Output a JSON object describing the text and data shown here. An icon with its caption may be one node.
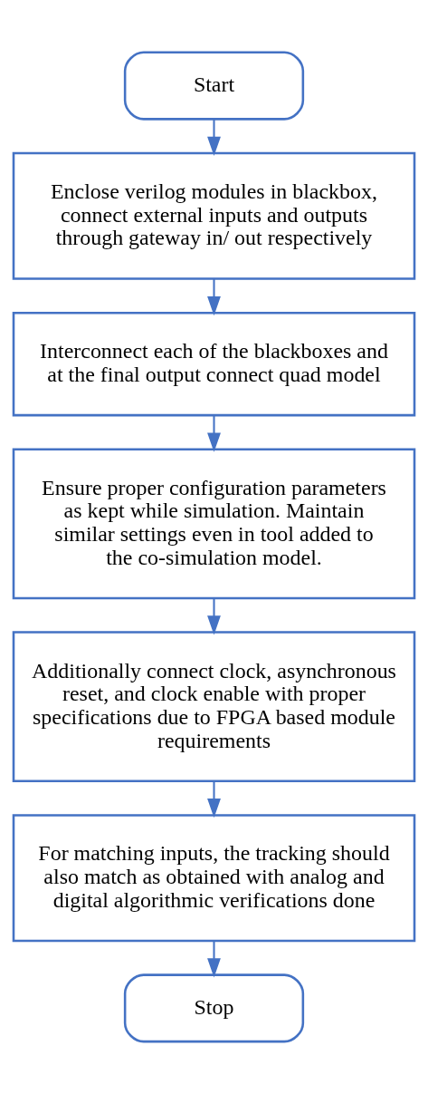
{
  "diagram": {
    "nodes": [
      {
        "text": [
          "Start"
        ]
      },
      {
        "text": [
          "Enclose verilog modules in blackbox, connect external inputs and outputs through gateway in/ out respectively"
        ]
      },
      {
        "text": [
          "Interconnect each of the blackboxes and at the final output connect quad model"
        ]
      },
      {
        "text": [
          "Ensure proper configuration parameters as kept while simulation. Maintain similar settings even in tool added to the co-simulation model."
        ]
      },
      {
        "text": [
          "Additionally connect clock, asynchronous reset, and clock enable with proper specifications due to FPGA based module requirements"
        ]
      },
      {
        "text": [
          "For matching inputs, the tracking should also match as obtained with analog and digital algorithmic verifications done"
        ]
      },
      {
        "text": [
          "Stop"
        ]
      }
    ],
    "edges": [
      {
        "from": 0,
        "to": 1,
        "arrow": "to"
      },
      {
        "from": 1,
        "to": 2,
        "arrow": "to"
      },
      {
        "from": 2,
        "to": 3,
        "arrow": "to"
      },
      {
        "from": 3,
        "to": 4,
        "arrow": "to"
      },
      {
        "from": 4,
        "to": 5,
        "arrow": "to"
      },
      {
        "from": 5,
        "to": 6,
        "arrow": "to"
      }
    ]
  }
}
